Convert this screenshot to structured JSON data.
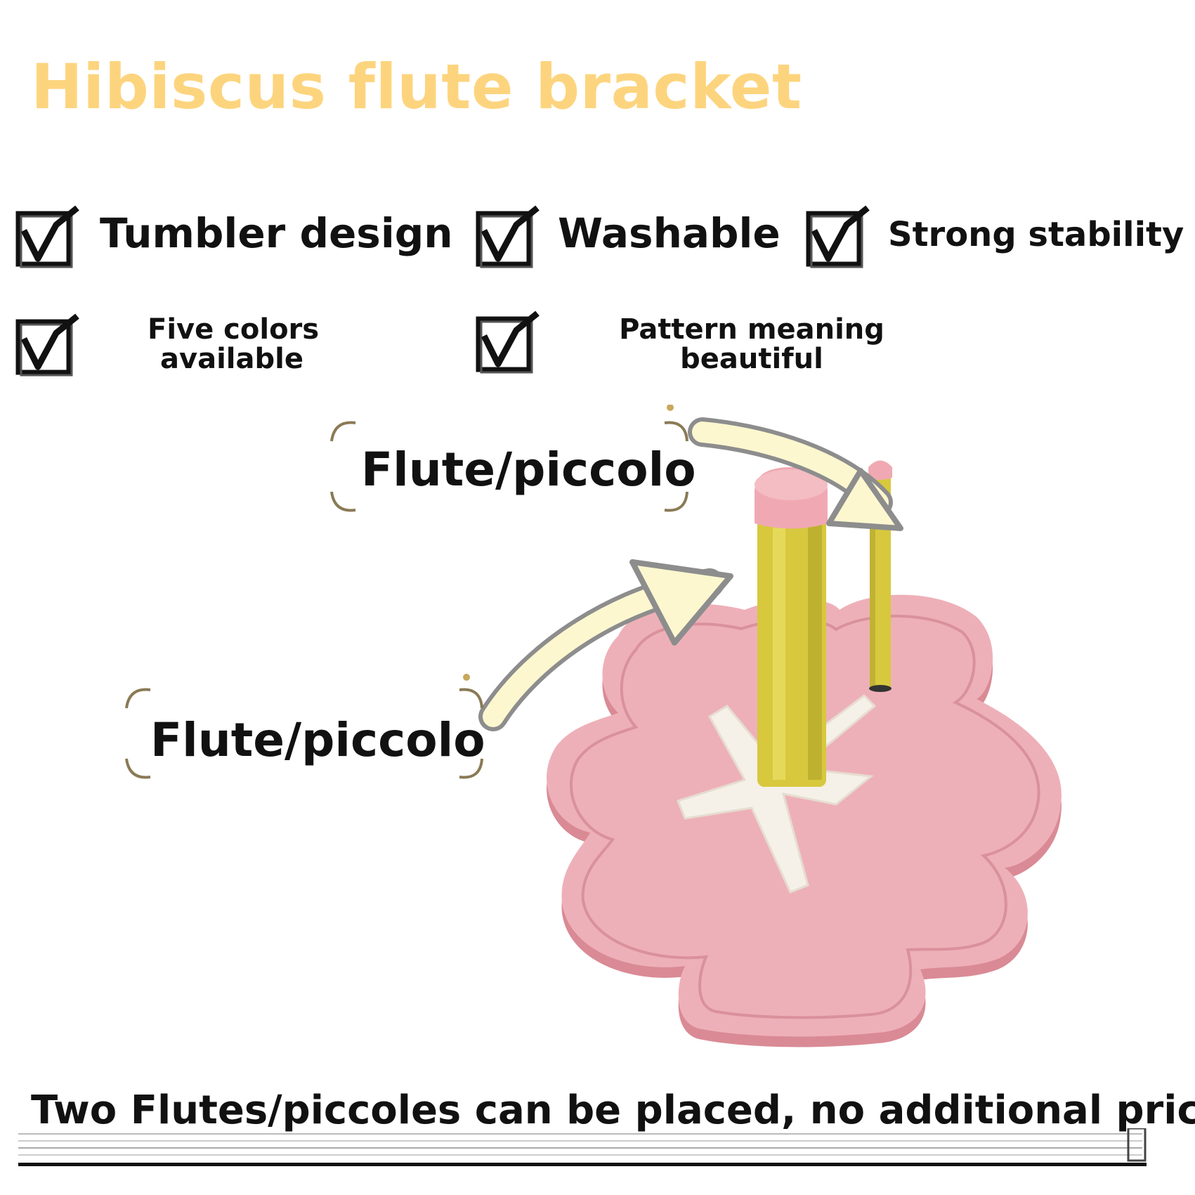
{
  "title": "Hibiscus flute bracket",
  "features": [
    {
      "label": "Tumbler design",
      "icon": "checkbox-checked-icon"
    },
    {
      "label": "Washable",
      "icon": "checkbox-checked-icon"
    },
    {
      "label": "Strong stability",
      "icon": "checkbox-checked-icon"
    },
    {
      "label_lines": [
        "Five colors",
        "available"
      ],
      "icon": "checkbox-checked-icon"
    },
    {
      "label_lines": [
        "Pattern meaning",
        "beautiful"
      ],
      "icon": "checkbox-checked-icon"
    }
  ],
  "callouts": {
    "upper": "Flute/piccolo",
    "lower": "Flute/piccolo"
  },
  "footer": "Two Flutes/piccoles can be placed, no additional price",
  "colors": {
    "title": "#fdd47e",
    "base_pink": "#eeb0b8",
    "pole_yellow": "#d7c83e",
    "arrow_fill": "#fdf7cf",
    "arrow_outline": "#8d8d8d",
    "star_white": "#f5f0e8"
  }
}
